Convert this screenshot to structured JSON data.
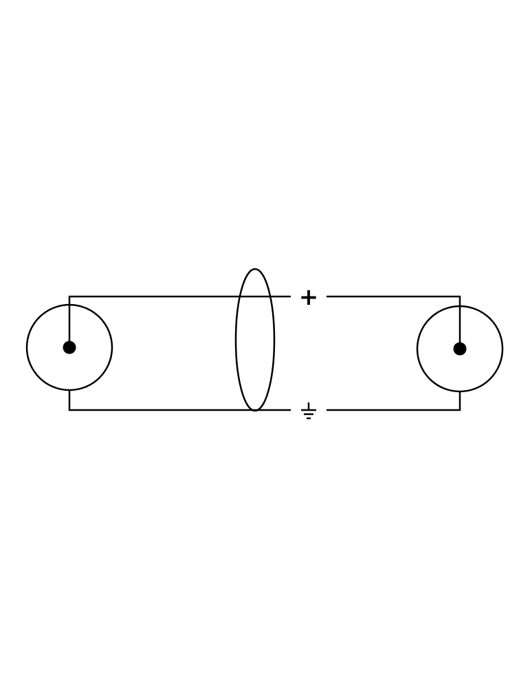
{
  "diagram": {
    "signal_label": "+",
    "ground_symbol": "ground-icon",
    "connectors": [
      "left-rca-connector",
      "right-rca-connector"
    ],
    "shield": "cable-shield",
    "colors": {
      "line": "#000000",
      "background": "#ffffff"
    }
  }
}
